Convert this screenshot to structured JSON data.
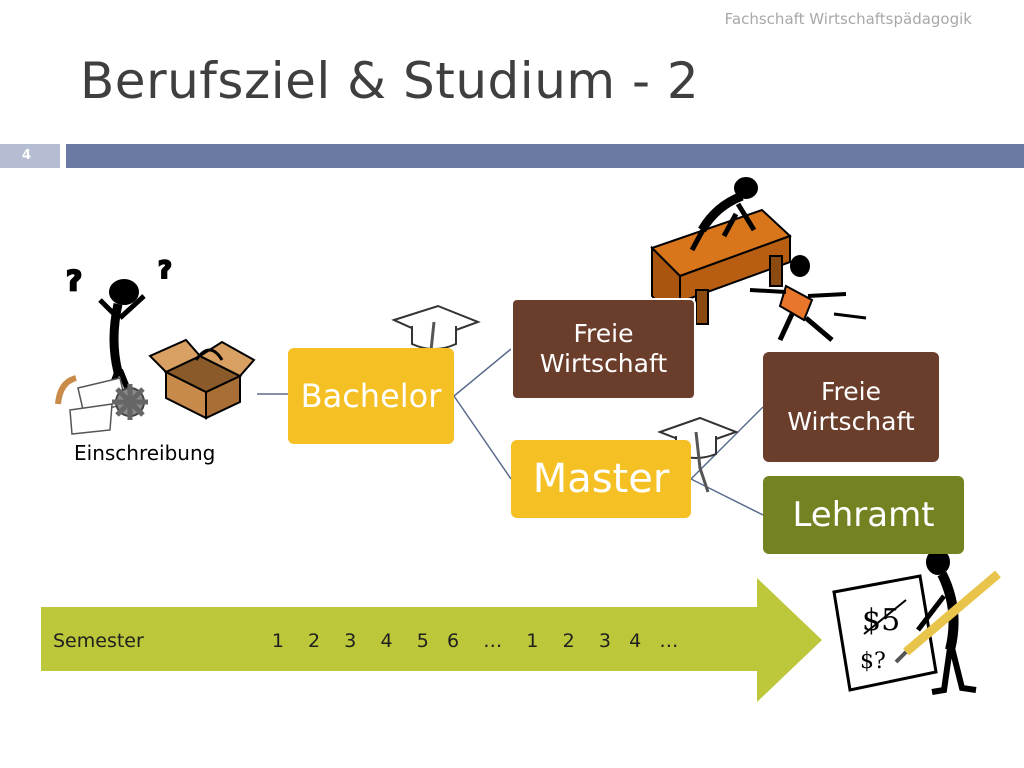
{
  "header": {
    "organization": "Fachschaft Wirtschaftspädagogik",
    "title": "Berufsziel & Studium - 2",
    "slide_number": "4"
  },
  "diagram": {
    "start_label": "Einschreibung",
    "nodes": {
      "bachelor": "Bachelor",
      "freie_wirtschaft_1": "Freie Wirtschaft",
      "master": "Master",
      "freie_wirtschaft_2": "Freie Wirtschaft",
      "lehramt": "Lehramt"
    },
    "colors": {
      "yellow": "#f5c024",
      "brown": "#6b3e2c",
      "olive": "#758222",
      "arrow_green": "#bcc83a",
      "title_bar": "#6b7aa2"
    }
  },
  "timeline": {
    "label": "Semester",
    "sequence": "1    2    3    4    5   6    …    1    2    3   4   …"
  },
  "icons": [
    "question-figure-icon",
    "open-box-icon",
    "gear-icon",
    "graduation-cap-icon",
    "desk-falling-figure-icon",
    "writing-figure-icon"
  ]
}
